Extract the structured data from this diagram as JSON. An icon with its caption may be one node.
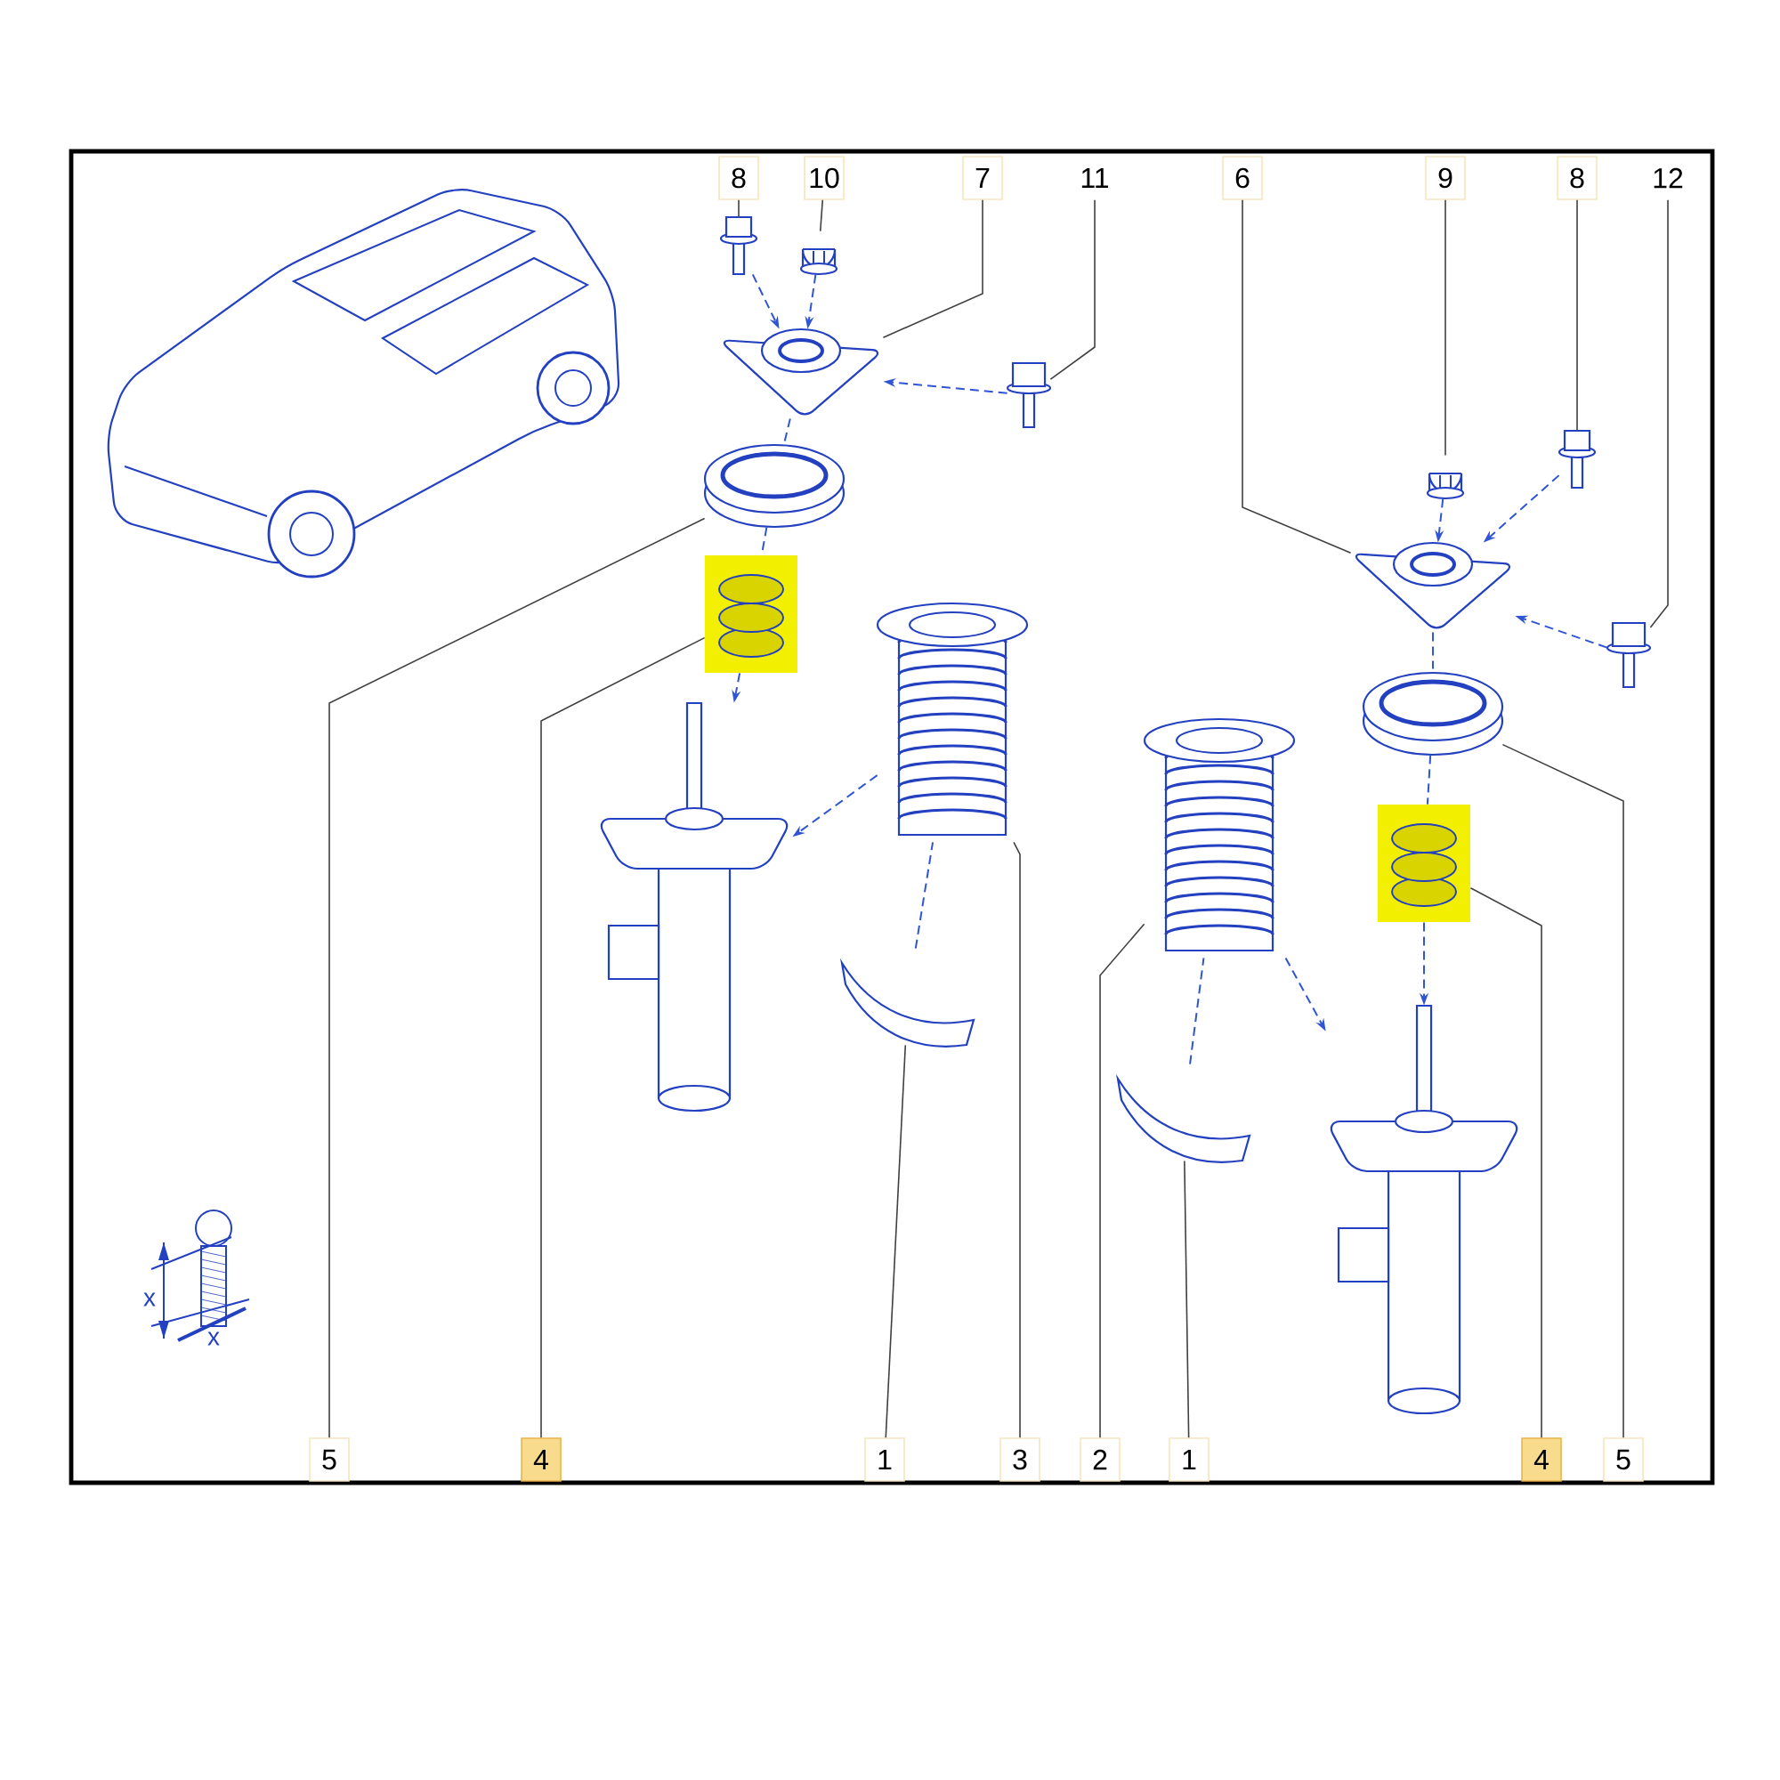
{
  "diagram": {
    "nodes": [
      {
        "text": [
          "8"
        ]
      },
      {
        "text": [
          "10"
        ]
      },
      {
        "text": [
          "7"
        ]
      },
      {
        "text": [
          "11"
        ]
      },
      {
        "text": [
          "6"
        ]
      },
      {
        "text": [
          "9"
        ]
      },
      {
        "text": [
          "8"
        ]
      },
      {
        "text": [
          "12"
        ]
      },
      {
        "text": [
          "5"
        ]
      },
      {
        "text": [
          "4"
        ]
      },
      {
        "text": [
          "1"
        ]
      },
      {
        "text": [
          "3"
        ]
      },
      {
        "text": [
          "2"
        ]
      },
      {
        "text": [
          "1"
        ]
      },
      {
        "text": [
          "4"
        ]
      },
      {
        "text": [
          "5"
        ]
      },
      {
        "text": [],
        "shape": "picture"
      },
      {
        "text": [],
        "shape": "picture"
      },
      {
        "text": [],
        "shape": "picture"
      },
      {
        "text": [],
        "shape": "picture"
      },
      {
        "text": [],
        "shape": "picture"
      },
      {
        "text": [],
        "shape": "picture"
      },
      {
        "text": [],
        "shape": "picture"
      },
      {
        "text": [],
        "shape": "picture"
      },
      {
        "text": [],
        "shape": "picture"
      },
      {
        "text": [],
        "shape": "picture"
      },
      {
        "text": [],
        "shape": "picture"
      },
      {
        "text": [],
        "shape": "picture"
      },
      {
        "text": [],
        "shape": "picture"
      },
      {
        "text": [],
        "shape": "picture"
      },
      {
        "text": [],
        "shape": "picture"
      },
      {
        "text": [],
        "shape": "picture"
      },
      {
        "text": [],
        "shape": "picture"
      },
      {
        "text": [],
        "shape": "picture"
      }
    ],
    "edges": [
      {
        "from": 0,
        "to": 16,
        "arrow": "none"
      },
      {
        "from": 1,
        "to": 17,
        "arrow": "none"
      },
      {
        "from": 2,
        "to": 18,
        "arrow": "none"
      },
      {
        "from": 3,
        "to": 19,
        "arrow": "none"
      },
      {
        "from": 4,
        "to": 27,
        "arrow": "none"
      },
      {
        "from": 5,
        "to": 25,
        "arrow": "none"
      },
      {
        "from": 6,
        "to": 26,
        "arrow": "none"
      },
      {
        "from": 7,
        "to": 28,
        "arrow": "none"
      },
      {
        "from": 8,
        "to": 20,
        "arrow": "none"
      },
      {
        "from": 9,
        "to": 21,
        "arrow": "none"
      },
      {
        "from": 10,
        "to": 24,
        "arrow": "none"
      },
      {
        "from": 11,
        "to": 22,
        "arrow": "none"
      },
      {
        "from": 12,
        "to": 31,
        "arrow": "none"
      },
      {
        "from": 13,
        "to": 32,
        "arrow": "none"
      },
      {
        "from": 14,
        "to": 30,
        "arrow": "none"
      },
      {
        "from": 15,
        "to": 29,
        "arrow": "none"
      },
      {
        "from": 16,
        "to": 18,
        "arrow": "to",
        "style": "dashed",
        "color": "#2f55d4"
      },
      {
        "from": 17,
        "to": 18,
        "arrow": "to",
        "style": "dashed",
        "color": "#2f55d4"
      },
      {
        "from": 19,
        "to": 18,
        "arrow": "to",
        "style": "dashed",
        "color": "#2f55d4"
      },
      {
        "from": 18,
        "to": 20,
        "arrow": "none",
        "style": "dashed",
        "color": "#2f55d4"
      },
      {
        "from": 20,
        "to": 21,
        "arrow": "none",
        "style": "dashed",
        "color": "#2f55d4"
      },
      {
        "from": 21,
        "to": 23,
        "arrow": "to",
        "style": "dashed",
        "color": "#2f55d4"
      },
      {
        "from": 22,
        "to": 23,
        "arrow": "to",
        "style": "dashed",
        "color": "#2f55d4"
      },
      {
        "from": 24,
        "to": 22,
        "arrow": "none",
        "style": "dashed",
        "color": "#2f55d4"
      },
      {
        "from": 25,
        "to": 27,
        "arrow": "to",
        "style": "dashed",
        "color": "#2f55d4"
      },
      {
        "from": 26,
        "to": 27,
        "arrow": "to",
        "style": "dashed",
        "color": "#2f55d4"
      },
      {
        "from": 28,
        "to": 27,
        "arrow": "to",
        "style": "dashed",
        "color": "#2f55d4"
      },
      {
        "from": 27,
        "to": 29,
        "arrow": "none",
        "style": "dashed",
        "color": "#2f55d4"
      },
      {
        "from": 29,
        "to": 30,
        "arrow": "none",
        "style": "dashed",
        "color": "#2f55d4"
      },
      {
        "from": 30,
        "to": 33,
        "arrow": "to",
        "style": "dashed",
        "color": "#2f55d4"
      },
      {
        "from": 31,
        "to": 33,
        "arrow": "to",
        "style": "dashed",
        "color": "#2f55d4"
      },
      {
        "from": 32,
        "to": 31,
        "arrow": "none",
        "style": "dashed",
        "color": "#2f55d4"
      }
    ],
    "labels": [
      "x",
      "x"
    ]
  }
}
